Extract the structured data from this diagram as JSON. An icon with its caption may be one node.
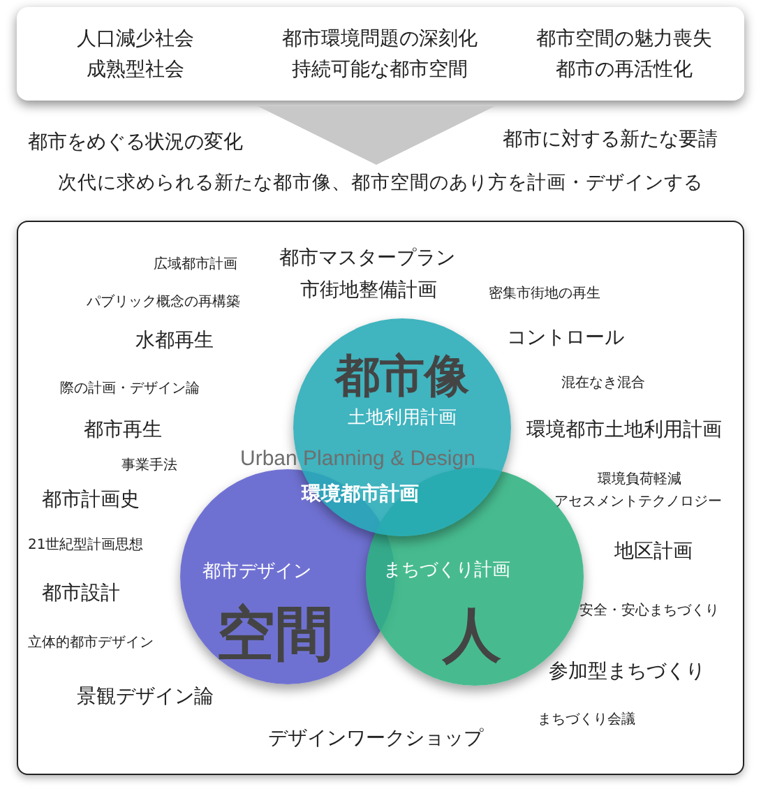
{
  "diagram": {
    "nodes": [
      {
        "text": [
          "人口減少社会",
          "都市環境問題の深刻化",
          "都市空間の魅力喪失",
          "成熟型社会",
          "持続可能な都市空間",
          "都市の再活性化"
        ]
      },
      {
        "text": [
          "次代に求められる新たな都市像、都市空間のあり方を計画・デザインする"
        ]
      },
      {
        "text": [],
        "shape": "box"
      },
      {
        "text": [
          "都市像",
          "土地利用計画"
        ],
        "in": 2
      },
      {
        "text": [
          "都市デザイン",
          "空間"
        ],
        "in": 2
      },
      {
        "text": [
          "まちづくり計画",
          "人"
        ],
        "in": 2
      }
    ],
    "edges": [
      {
        "from": 0,
        "to": 1,
        "arrow": "to"
      }
    ],
    "labels": [
      "都市をめぐる状況の変化",
      "都市に対する新たな要請",
      "広域都市計画",
      "都市マスタープラン",
      "市街地整備計画",
      "パブリック概念の再構築",
      "密集市街地の再生",
      "水都再生",
      "コントロール",
      "際の計画・デザイン論",
      "混在なき混合",
      "都市再生",
      "環境都市土地利用計画",
      "事業手法",
      "Urban Planning & Design",
      "環境負荷軽減",
      "都市計画史",
      "環境都市計画",
      "アセスメントテクノロジー",
      "21世紀型計画思想",
      "地区計画",
      "都市設計",
      "安全・安心まちづくり",
      "立体的都市デザイン",
      "参加型まちづくり",
      "景観デザイン論",
      "まちづくり会議",
      "デザインワークショップ"
    ]
  }
}
